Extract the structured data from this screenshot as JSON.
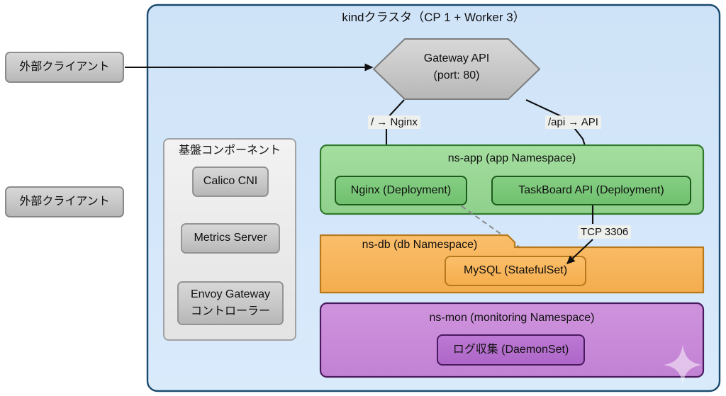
{
  "diagram": {
    "title": "kindクラスタ（CP 1 + Worker 3）",
    "external_clients": [
      {
        "label": "外部クライアント"
      },
      {
        "label": "外部クライアント"
      }
    ],
    "gateway": {
      "line1": "Gateway API",
      "line2": "(port: 80)",
      "shape": "hexagon"
    },
    "edge_labels": {
      "nginx_route": "/ → Nginx",
      "api_route": "/api → API",
      "db_port": "TCP 3306"
    },
    "infra_panel": {
      "title": "基盤コンポーネント",
      "items": [
        {
          "label": "Calico CNI"
        },
        {
          "label": "Metrics Server"
        },
        {
          "label": "Envoy Gateway\nコントローラー",
          "line1": "Envoy Gateway",
          "line2": "コントローラー"
        }
      ]
    },
    "namespaces": [
      {
        "name": "ns-app",
        "title": "ns-app (app Namespace)",
        "color": "#9ad998",
        "border": "#2f7a2c",
        "workloads": [
          {
            "label": "Nginx (Deployment)"
          },
          {
            "label": "TaskBoard API (Deployment)"
          }
        ]
      },
      {
        "name": "ns-db",
        "title": "ns-db (db Namespace)",
        "color": "#f7b85c",
        "border": "#b8791a",
        "workloads": [
          {
            "label": "MySQL (StatefulSet)"
          }
        ]
      },
      {
        "name": "ns-mon",
        "title": "ns-mon (monitoring Namespace)",
        "color": "#c98ad9",
        "border": "#4a1a5e",
        "workloads": [
          {
            "label": "ログ収集 (DaemonSet)"
          }
        ]
      }
    ],
    "colors": {
      "cluster_fill": "#cfe3f7",
      "cluster_border": "#1a4a6e",
      "gray_fill": "#c6c6c6",
      "gray_border": "#8a8a8a",
      "panel_fill": "#ececed",
      "panel_border": "#9a9a9a",
      "arrow": "#101010",
      "dashed": "#8a8a8a"
    },
    "watermark": {
      "name": "sparkle-star"
    }
  }
}
